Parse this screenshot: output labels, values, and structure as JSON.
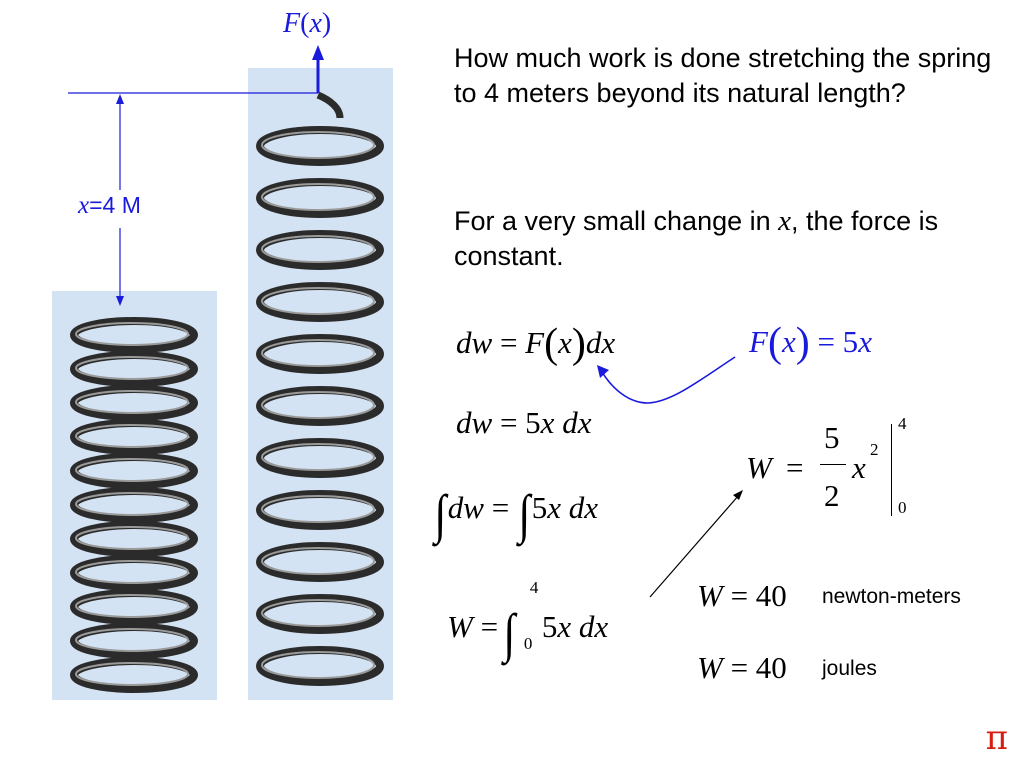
{
  "labels": {
    "force_prefix": "F",
    "force_open": "(",
    "force_var": "x",
    "force_close": ")",
    "stretch_var": "x",
    "stretch_value": "=4 M"
  },
  "question": "How much work is done stretching the spring to 4 meters beyond its natural length?",
  "constant_text": {
    "before": "For a very small change in ",
    "var": "x",
    "after": ", the force is constant."
  },
  "equations": {
    "eq1": {
      "dw": "dw",
      "eq": " = ",
      "F": "F",
      "x": "x",
      "dx": "dx"
    },
    "eq2": {
      "F": "F",
      "x": "x",
      "eq": " = 5",
      "var": "x"
    },
    "eq3": {
      "dw": "dw",
      "eq": " = 5",
      "var": "x",
      "dx": " dx"
    },
    "eq4": {
      "dw": "dw",
      "eq": " = ",
      "five": "5",
      "var": "x",
      "dx": " dx"
    },
    "eq5": {
      "W": "W",
      "eq": " = ",
      "upper": "4",
      "lower": "0",
      "five": "5",
      "var": "x",
      "dx": " dx"
    },
    "eq6": {
      "W": "W",
      "eq": "=",
      "num": "5",
      "den": "2",
      "var": "x",
      "exp": "2",
      "upper": "4",
      "lower": "0"
    },
    "eq7": {
      "W": "W",
      "eq": " = 40"
    },
    "eq8": {
      "W": "W",
      "eq": " = 40"
    }
  },
  "units": {
    "unit1": "newton-meters",
    "unit2": "joules"
  },
  "corner_symbol": "π",
  "colors": {
    "accent": "#1a1adc",
    "panel": "#d4e3f3",
    "pi": "#d81e10",
    "coil_dark": "#2b2b2b",
    "coil_light": "#9a9a9a"
  }
}
